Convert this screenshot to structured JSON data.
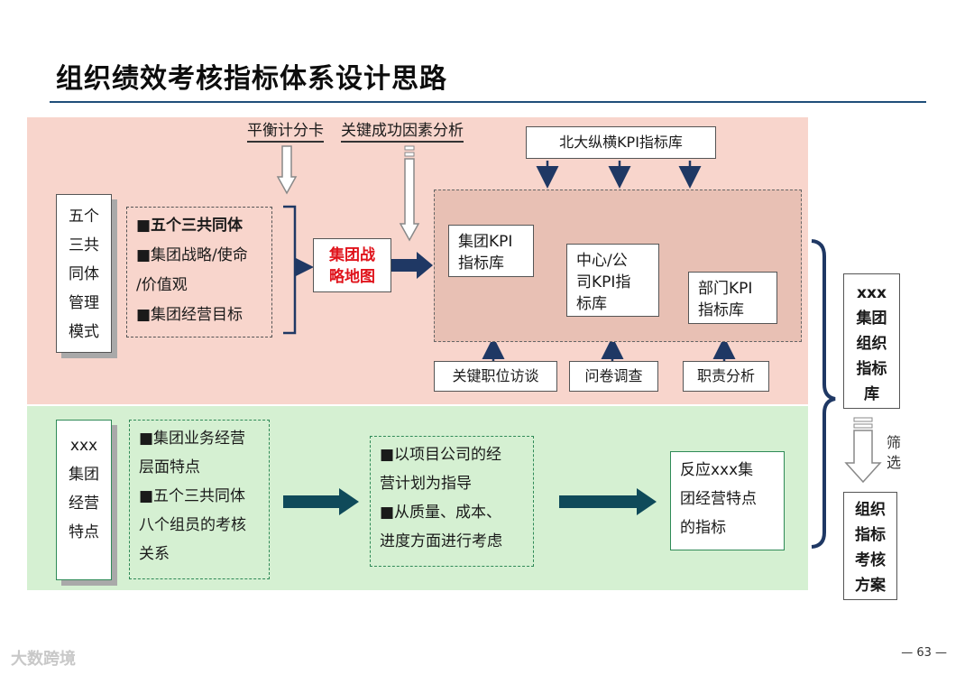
{
  "title": "组织绩效考核指标体系设计思路",
  "top": {
    "mode_box": [
      "五个",
      "三共",
      "同体",
      "管理",
      "模式"
    ],
    "bullets": [
      {
        "text": "■五个三共同体",
        "bold": true
      },
      {
        "text": "■集团战略/使命"
      },
      {
        "text": "/价值观"
      },
      {
        "text": "■集团经营目标"
      }
    ],
    "strategy_map": [
      "集团战",
      "略地图"
    ],
    "method_a": "平衡计分卡",
    "method_b": "关键成功因素分析",
    "library": "北大纵横KPI指标库",
    "kpi_group": [
      "集团KPI",
      "指标库"
    ],
    "kpi_center": [
      "中心/公",
      "司KPI指",
      "标库"
    ],
    "kpi_dept": [
      "部门KPI",
      "指标库"
    ],
    "sources": [
      "关键职位访谈",
      "问卷调查",
      "职责分析"
    ]
  },
  "bottom": {
    "feature_box": [
      "xxx",
      "集团",
      "经营",
      "特点"
    ],
    "bullets1": [
      "■集团业务经营",
      "层面特点",
      "■五个三共同体",
      "八个组员的考核",
      "关系"
    ],
    "bullets2": [
      "■以项目公司的经",
      "营计划为指导",
      "■从质量、成本、",
      "进度方面进行考虑"
    ],
    "result": [
      "反应xxx集",
      "团经营特点",
      "的指标"
    ]
  },
  "right": {
    "library_box": [
      "xxx",
      "集团",
      "组织",
      "指标",
      "库"
    ],
    "filter_label": [
      "筛",
      "选"
    ],
    "plan_box": [
      "组织",
      "指标",
      "考核",
      "方案"
    ]
  },
  "page_number": "— 63 —",
  "watermark": "大数跨境",
  "colors": {
    "title_rule": "#1f4e79",
    "top_band": "#f8d5cc",
    "bottom_band": "#d5f0d2",
    "arrow_navy": "#1f3864",
    "arrow_teal": "#0f4a5a",
    "highlight_red": "#e0131b"
  }
}
